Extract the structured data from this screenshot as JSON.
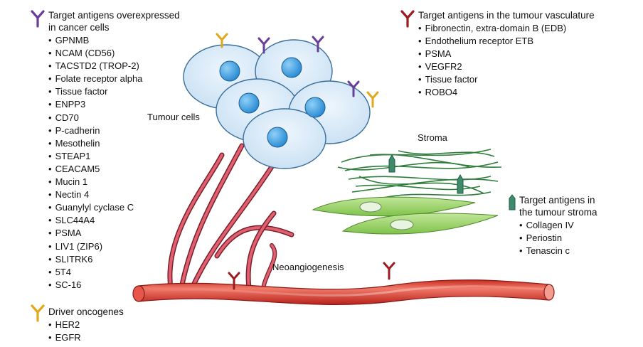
{
  "panels": {
    "cancer_cells": {
      "heading_line1": "Target antigens overexpressed",
      "heading_line2": "in cancer cells",
      "icon": "y-shaped-antigen-icon",
      "icon_color": "#6a3d9a",
      "items": [
        "GPNMB",
        "NCAM (CD56)",
        "TACSTD2 (TROP-2)",
        "Folate receptor alpha",
        "Tissue factor",
        "ENPP3",
        "CD70",
        "P-cadherin",
        "Mesothelin",
        "STEAP1",
        "CEACAM5",
        "Mucin 1",
        "Nectin 4",
        "Guanylyl cyclase C",
        "SLC44A4",
        "PSMA",
        "LIV1 (ZIP6)",
        "SLITRK6",
        "5T4",
        "SC-16"
      ]
    },
    "vasculature": {
      "heading": "Target antigens in the tumour vasculature",
      "icon": "y-shaped-antigen-icon",
      "icon_color": "#9b1b1f",
      "items": [
        "Fibronectin, extra-domain B (EDB)",
        "Endothelium receptor ETB",
        "PSMA",
        "VEGFR2",
        "Tissue factor",
        "ROBO4"
      ]
    },
    "stroma": {
      "heading_line1": "Target antigens in",
      "heading_line2": "the tumour stroma",
      "icon": "hexagonal-antigen-icon",
      "icon_color": "#3f8a6a",
      "items": [
        "Collagen IV",
        "Periostin",
        "Tenascin c"
      ]
    },
    "oncogenes": {
      "heading": "Driver oncogenes",
      "icon": "y-shaped-antigen-icon",
      "icon_color": "#e0a81c",
      "items": [
        "HER2",
        "EGFR"
      ]
    }
  },
  "labels": {
    "tumour_cells": "Tumour cells",
    "stroma": "Stroma",
    "neoangiogenesis": "Neoangiogenesis"
  },
  "colors": {
    "cell_fill": "#dcecf8",
    "nucleus": "#3b9de0",
    "vessel": "#d93a2b",
    "stroma_fibre": "#2e7d3a",
    "fibroblast": "#9bd36a"
  }
}
